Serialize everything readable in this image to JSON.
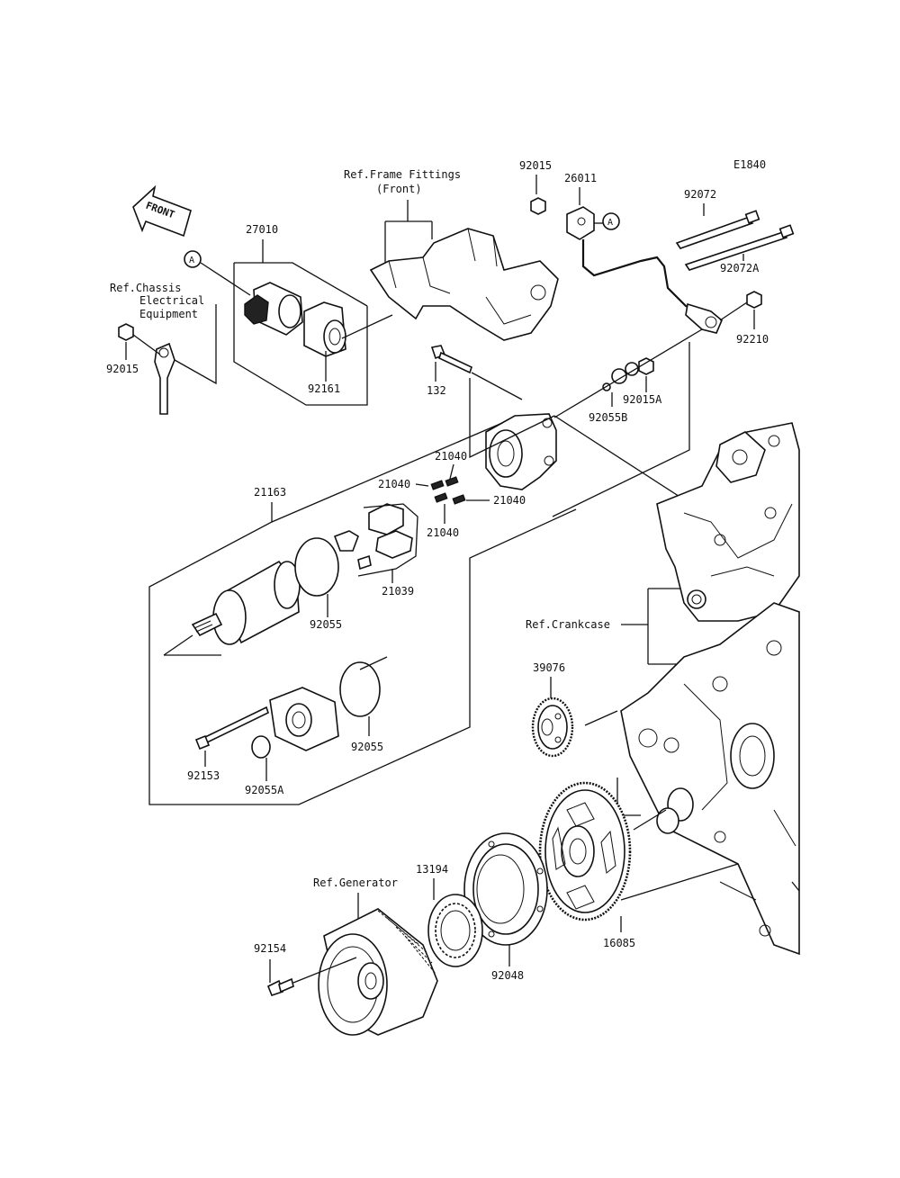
{
  "diagram_code": "E1840",
  "front_label": "FRONT",
  "ref_labels": {
    "frame_fittings_1": "Ref.Frame Fittings",
    "frame_fittings_2": "(Front)",
    "chassis_1": "Ref.Chassis",
    "chassis_2": "Electrical",
    "chassis_3": "Equipment",
    "crankcase": "Ref.Crankcase",
    "generator": "Ref.Generator"
  },
  "connector_marker": "A",
  "parts": {
    "p27010": "27010",
    "p92161": "92161",
    "p92015_left": "92015",
    "p92015_top": "92015",
    "p26011": "26011",
    "p92072": "92072",
    "p92072A": "92072A",
    "p92210": "92210",
    "p132": "132",
    "p92055B": "92055B",
    "p92015A": "92015A",
    "p21163": "21163",
    "p21040_a": "21040",
    "p21040_b": "21040",
    "p21040_c": "21040",
    "p21040_d": "21040",
    "p21039": "21039",
    "p92055_a": "92055",
    "p92055_b": "92055",
    "p92153": "92153",
    "p92055A": "92055A",
    "p39076": "39076",
    "p13194": "13194",
    "p92154": "92154",
    "p92048": "92048",
    "p16085": "16085"
  }
}
